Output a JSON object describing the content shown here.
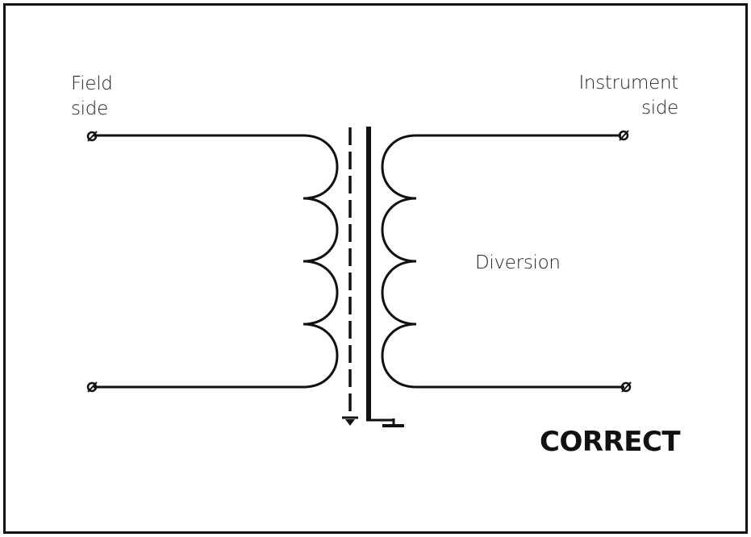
{
  "labels": {
    "field_side_line1": "Field",
    "field_side_line2": "side",
    "instrument_side_line1": "Instrument",
    "instrument_side_line2": "side",
    "diversion": "Diversion",
    "status": "CORRECT"
  },
  "colors": {
    "stroke": "#111111",
    "background": "#ffffff"
  }
}
